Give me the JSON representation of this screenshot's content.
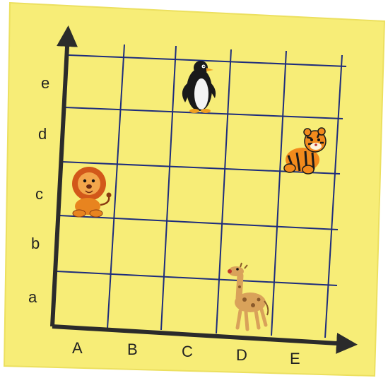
{
  "colors": {
    "paper": "#f7ed77",
    "paper_edge": "#ece05f",
    "grid": "#1e2d7c",
    "axis": "#2b2b2b"
  },
  "axes": {
    "columns": [
      "A",
      "B",
      "C",
      "D",
      "E"
    ],
    "rows": [
      "a",
      "b",
      "c",
      "d",
      "e"
    ]
  },
  "animals": [
    {
      "id": "penguin",
      "name": "penguin-icon",
      "column": "C",
      "row": "e"
    },
    {
      "id": "tiger",
      "name": "tiger-icon",
      "column": "E",
      "row": "d"
    },
    {
      "id": "lion",
      "name": "lion-icon",
      "column": "A",
      "row": "c"
    },
    {
      "id": "giraffe",
      "name": "giraffe-icon",
      "column": "D",
      "row": "a"
    }
  ]
}
